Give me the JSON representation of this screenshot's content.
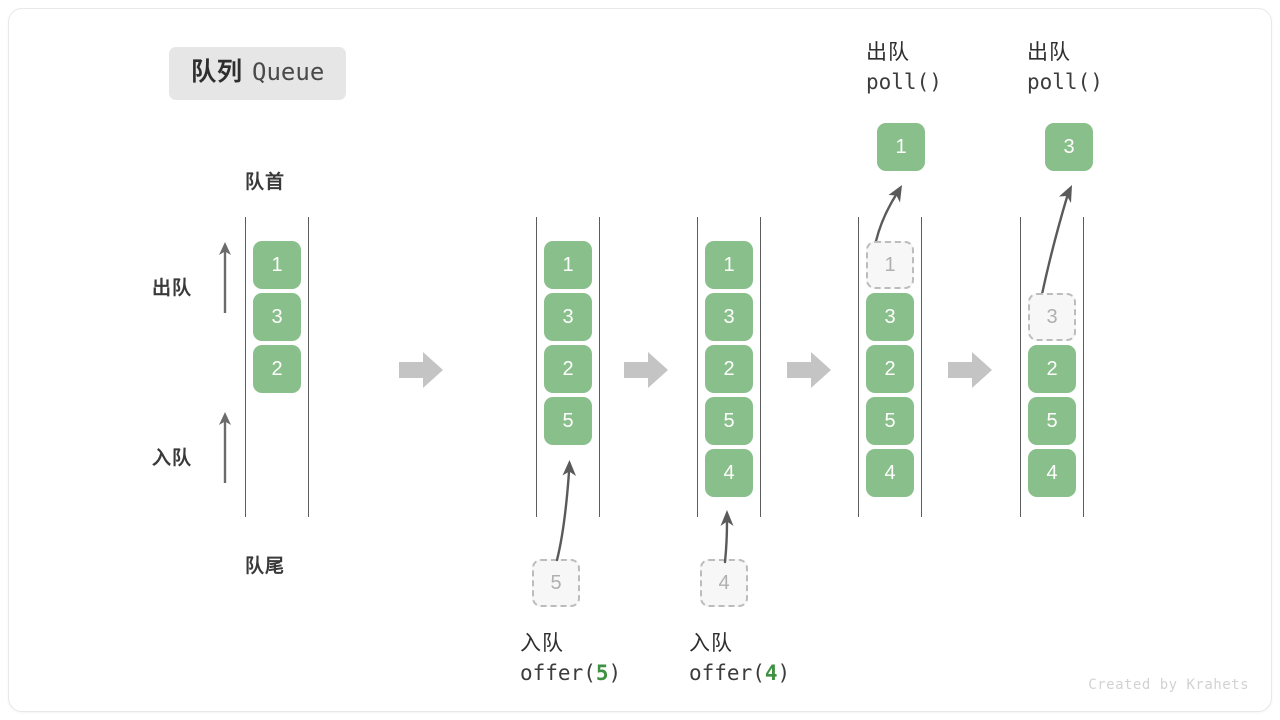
{
  "title": {
    "cn": "队列",
    "en": "Queue"
  },
  "labels": {
    "front": "队首",
    "rear": "队尾",
    "dequeue": "出队",
    "enqueue": "入队"
  },
  "colors": {
    "element_green": "#89bf8a",
    "ghost_fill": "#f7f7f7",
    "ghost_border": "#bcbcbc",
    "rail": "#5c5c5c",
    "step_arrow": "#c4c4c4",
    "badge_bg": "#e6e6e6",
    "accent_code": "#3f9142",
    "text_dark": "#2e2e2e"
  },
  "columns": [
    {
      "id": "col-1",
      "items": [
        "1",
        "3",
        "2"
      ],
      "ghost": null,
      "popped": null,
      "caption": null
    },
    {
      "id": "col-2",
      "items": [
        "1",
        "3",
        "2",
        "5"
      ],
      "ghost": {
        "value": "5",
        "position": "below"
      },
      "popped": null,
      "caption": {
        "cn": "入队",
        "code_prefix": "offer(",
        "code_arg": "5",
        "code_suffix": ")"
      }
    },
    {
      "id": "col-3",
      "items": [
        "1",
        "3",
        "2",
        "5",
        "4"
      ],
      "ghost": {
        "value": "4",
        "position": "below"
      },
      "popped": null,
      "caption": {
        "cn": "入队",
        "code_prefix": "offer(",
        "code_arg": "4",
        "code_suffix": ")"
      }
    },
    {
      "id": "col-4",
      "items": [
        "3",
        "2",
        "5",
        "4"
      ],
      "ghost": {
        "value": "1",
        "position": "slot-0"
      },
      "popped": "1",
      "caption": {
        "cn": "出队",
        "code_prefix": "poll(",
        "code_arg": "",
        "code_suffix": ")"
      }
    },
    {
      "id": "col-5",
      "items": [
        "2",
        "5",
        "4"
      ],
      "ghost": {
        "value": "3",
        "position": "slot-1"
      },
      "popped": "3",
      "caption": {
        "cn": "出队",
        "code_prefix": "poll(",
        "code_arg": "",
        "code_suffix": ")"
      }
    }
  ],
  "step_arrows": [
    {
      "id": "step-arrow-1"
    },
    {
      "id": "step-arrow-2"
    },
    {
      "id": "step-arrow-3"
    },
    {
      "id": "step-arrow-4"
    }
  ],
  "footer": "Created by Krahets"
}
